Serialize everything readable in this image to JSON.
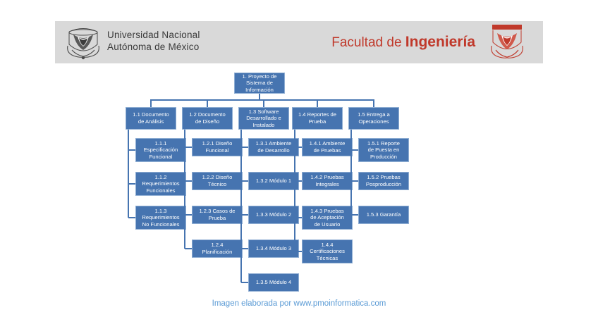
{
  "header": {
    "university_line1": "Universidad Nacional",
    "university_line2": "Autónoma de México",
    "faculty_prefix": "Facultad de ",
    "faculty_name": "Ingeniería",
    "band_color": "#d9d9d9",
    "faculty_color": "#c0392b",
    "unam_logo_icon": "unam-shield-icon",
    "faculty_seal_icon": "facultad-ingenieria-seal-icon"
  },
  "diagram": {
    "type": "wbs-tree",
    "node_fill": "#4674b0",
    "node_border": "#8faed3",
    "node_text_color": "#ffffff",
    "root": {
      "id": "1",
      "label": "1. Proyecto de\nSistema de\nInformación"
    },
    "columns": [
      {
        "id": "1.1",
        "label": "1.1 Documento\nde Análisis",
        "children": [
          {
            "id": "1.1.1",
            "label": "1.1.1\nEspecificación\nFuncional"
          },
          {
            "id": "1.1.2",
            "label": "1.1.2\nRequerimientos\nFuncionales"
          },
          {
            "id": "1.1.3",
            "label": "1.1.3\nRequerimientos\nNo Funcionales"
          }
        ]
      },
      {
        "id": "1.2",
        "label": "1.2 Documento\nde Diseño",
        "children": [
          {
            "id": "1.2.1",
            "label": "1.2.1 Diseño\nFuncional"
          },
          {
            "id": "1.2.2",
            "label": "1.2.2 Diseño\nTécnico"
          },
          {
            "id": "1.2.3",
            "label": "1.2.3 Casos de\nPrueba"
          },
          {
            "id": "1.2.4",
            "label": "1.2.4\nPlanificación"
          }
        ]
      },
      {
        "id": "1.3",
        "label": "1.3 Software\nDesarrollado e\nInstalado",
        "children": [
          {
            "id": "1.3.1",
            "label": "1.3.1 Ambiente\nde Desarrollo"
          },
          {
            "id": "1.3.2",
            "label": "1.3.2 Módulo 1"
          },
          {
            "id": "1.3.3",
            "label": "1.3.3 Módulo 2"
          },
          {
            "id": "1.3.4",
            "label": "1.3.4 Módulo 3"
          },
          {
            "id": "1.3.5",
            "label": "1.3.5 Módulo 4"
          }
        ]
      },
      {
        "id": "1.4",
        "label": "1.4 Reportes de\nPrueba",
        "children": [
          {
            "id": "1.4.1",
            "label": "1.4.1 Ambiente\nde Pruebas"
          },
          {
            "id": "1.4.2",
            "label": "1.4.2 Pruebas\nIntegrales"
          },
          {
            "id": "1.4.3",
            "label": "1.4.3 Pruebas\nde Aceptación\nde Usuario"
          },
          {
            "id": "1.4.4",
            "label": "1.4.4\nCertificaciones\nTécnicas"
          }
        ]
      },
      {
        "id": "1.5",
        "label": "1.5 Entrega a\nOperaciones",
        "children": [
          {
            "id": "1.5.1",
            "label": "1.5.1 Reporte\nde Puesta en\nProducción"
          },
          {
            "id": "1.5.2",
            "label": "1.5.2 Pruebas\nPosproducción"
          },
          {
            "id": "1.5.3",
            "label": "1.5.3 Garantía"
          }
        ]
      }
    ]
  },
  "caption": {
    "text": "Imagen elaborada por www.pmoinformatica.com",
    "color": "#5b9bd5"
  }
}
